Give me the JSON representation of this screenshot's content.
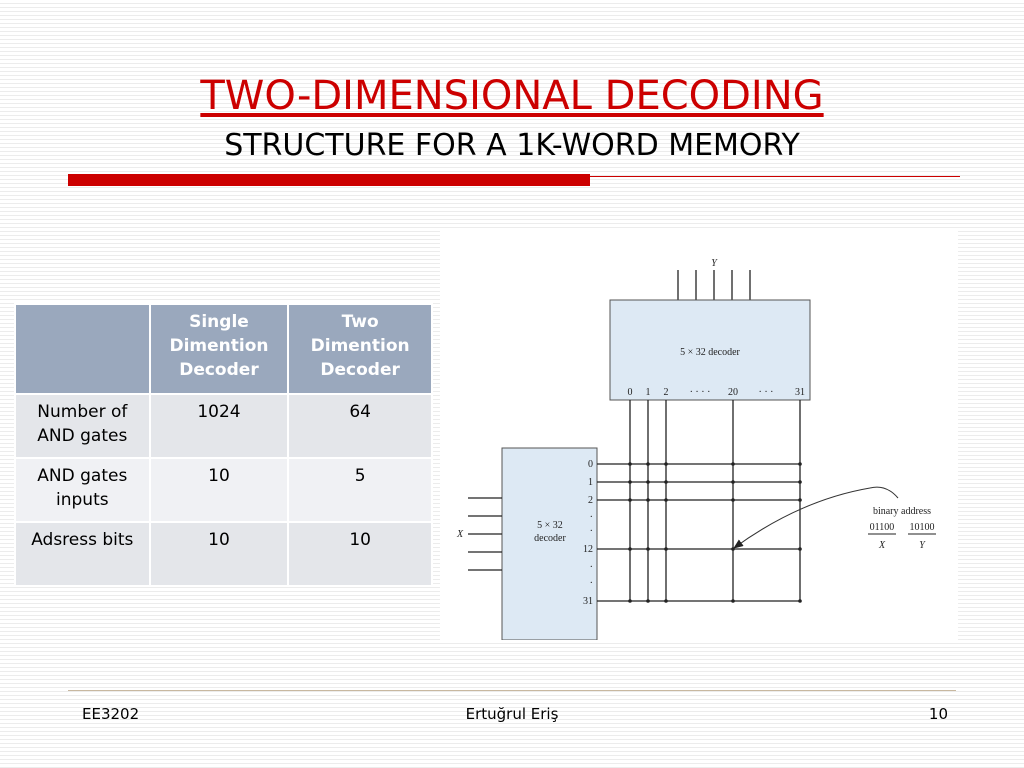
{
  "colors": {
    "accent": "#cc0000",
    "table_header": "#9aa8bd",
    "table_row_a": "#e4e6ea",
    "table_row_b": "#f0f1f4",
    "decoder_fill": "#dde9f4",
    "rule_thin": "#cc0000",
    "footer_rule": "#c8b8a0"
  },
  "slide": {
    "title": "TWO-DIMENSIONAL DECODING",
    "subtitle": "STRUCTURE FOR A 1K-WORD MEMORY"
  },
  "table": {
    "headers": [
      "",
      "Single Dimention Decoder",
      "Two Dimention Decoder"
    ],
    "rows": [
      {
        "label": "Number of AND gates",
        "single": "1024",
        "two": "64"
      },
      {
        "label": "AND gates inputs",
        "single": "10",
        "two": "5"
      },
      {
        "label": "Adsress bits",
        "single": "10",
        "two": "10"
      }
    ]
  },
  "figure": {
    "top_decoder_label": "5 × 32 decoder",
    "top_outputs": [
      "0",
      "1",
      "2",
      "· · · ·",
      "20",
      "· · ·",
      "31"
    ],
    "y_label": "Y",
    "left_decoder_label_1": "5 × 32",
    "left_decoder_label_2": "decoder",
    "x_label": "X",
    "left_outputs": [
      "0",
      "1",
      "2",
      "·",
      "·",
      "12",
      "·",
      "·",
      "31"
    ],
    "binary_address_label": "binary address",
    "x_bits": "01100",
    "y_bits": "10100",
    "x_bits_label": "X",
    "y_bits_label": "Y"
  },
  "footer": {
    "left": "EE3202",
    "center": "Ertuğrul Eriş",
    "right": "10"
  }
}
